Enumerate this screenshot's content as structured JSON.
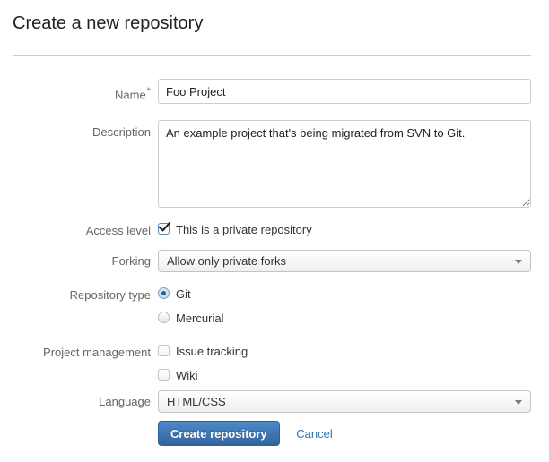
{
  "page": {
    "title": "Create a new repository"
  },
  "form": {
    "fields": {
      "name": {
        "label": "Name",
        "required_marker": "*",
        "value": "Foo Project"
      },
      "description": {
        "label": "Description",
        "value": "An example project that's being migrated from SVN to Git."
      },
      "access_level": {
        "label": "Access level",
        "checkbox_label": "This is a private repository",
        "checked": true
      },
      "forking": {
        "label": "Forking",
        "selected": "Allow only private forks"
      },
      "repository_type": {
        "label": "Repository type",
        "options": [
          {
            "label": "Git",
            "selected": true
          },
          {
            "label": "Mercurial",
            "selected": false
          }
        ]
      },
      "project_management": {
        "label": "Project management",
        "options": [
          {
            "label": "Issue tracking",
            "checked": false
          },
          {
            "label": "Wiki",
            "checked": false
          }
        ]
      },
      "language": {
        "label": "Language",
        "selected": "HTML/CSS"
      }
    },
    "actions": {
      "submit_label": "Create repository",
      "cancel_label": "Cancel"
    }
  },
  "colors": {
    "primary_button_blue": "#3b73af",
    "link_blue": "#3572b0",
    "required_red": "#d04437"
  }
}
